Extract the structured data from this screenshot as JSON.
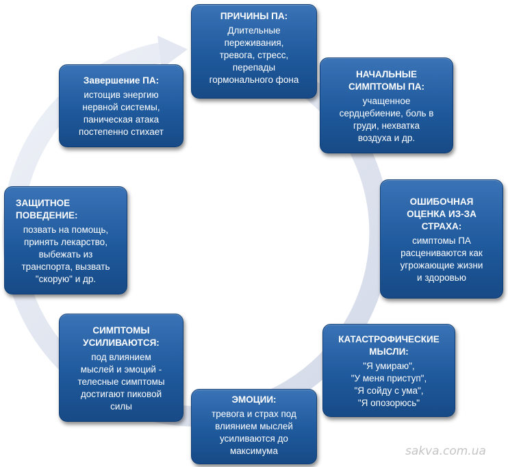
{
  "colors": {
    "box_fill": "#1f5a9d",
    "box_border": "#0f3d73",
    "box_text": "#ffffff",
    "arrow": "#dde2ee",
    "watermark": "#c4c4c4"
  },
  "nodes": {
    "causes": {
      "title": "ПРИЧИНЫ ПА:",
      "body": "Длительные\nпереживания,\nтревога, стресс,\nперепады\nгормонального фона"
    },
    "initial": {
      "title": "НАЧАЛЬНЫЕ\nСИМПТОМЫ ПА:",
      "body": "учащенное\nсердцебиение, боль в\nгруди, нехватка\nвоздуха и др."
    },
    "misjudge": {
      "title": "ОШИБОЧНАЯ\nОЦЕНКА ИЗ-ЗА\nСТРАХА:",
      "body": "симптомы ПА\nрасцениваются как\nугрожающие жизни\nи здоровью"
    },
    "catastrophic": {
      "title": "КАТАСТРОФИЧЕСКИЕ\nМЫСЛИ:",
      "body": "\"Я умираю\",\n\"У меня приступ\",\n\"Я сойду с ума\",\n\"Я опозорюсь\""
    },
    "emotions": {
      "title": "ЭМОЦИИ:",
      "body": "тревога и страх под\nвлиянием мыслей\nусиливаются до\nмаксимума"
    },
    "symptoms": {
      "title": "СИМПТОМЫ\nУСИЛИВАЮТСЯ:",
      "body": "под влиянием\nмыслей и эмоций -\nтелесные симптомы\nдостигают пиковой\nсилы"
    },
    "protective": {
      "title": "ЗАЩИТНОЕ\nПОВЕДЕНИЕ:",
      "body": "позвать на помощь,\nпринять лекарство,\nвыбежать из\nтранспорта, вызвать\n\"скорую\" и др."
    },
    "completion": {
      "title": "Завершение ПА:",
      "body": "истощив энергию\nнервной системы,\nпаническая атака\nпостепенно стихает"
    }
  },
  "watermark": "sakva.com.ua"
}
